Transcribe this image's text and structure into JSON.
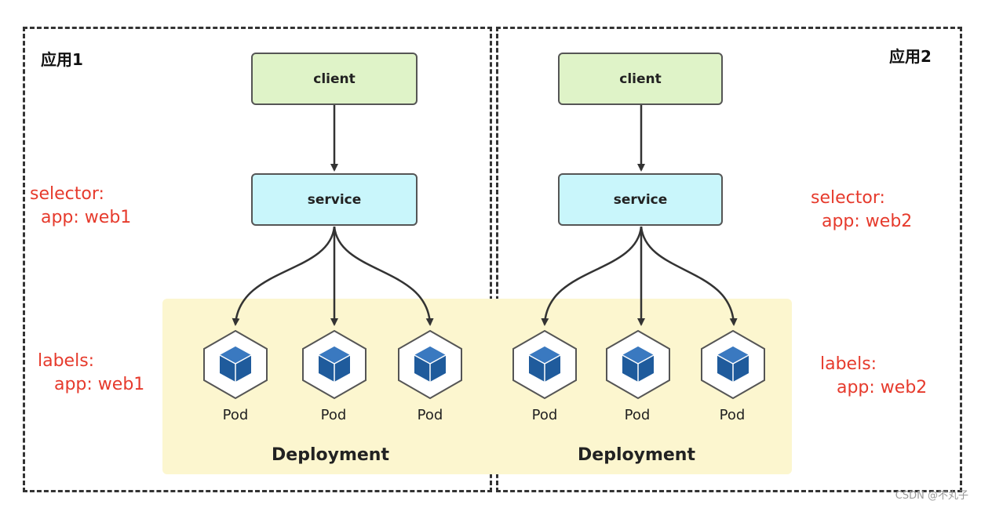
{
  "apps": [
    {
      "title": "应用1",
      "client": "client",
      "service": "service",
      "selector": "selector:\n  app: web1",
      "labels": "labels:\n   app: web1",
      "pods": [
        "Pod",
        "Pod",
        "Pod"
      ],
      "deployment": "Deployment"
    },
    {
      "title": "应用2",
      "client": "client",
      "service": "service",
      "selector": "selector:\n  app: web2",
      "labels": "labels:\n   app: web2",
      "pods": [
        "Pod",
        "Pod",
        "Pod"
      ],
      "deployment": "Deployment"
    }
  ],
  "watermark": "CSDN @不丸子",
  "colors": {
    "client_fill": "#dff3c8",
    "service_fill": "#c9f6fb",
    "deployment_fill": "#fcf6cf",
    "label_red": "#e63a2c",
    "pod_blue": "#1f5b9c"
  }
}
